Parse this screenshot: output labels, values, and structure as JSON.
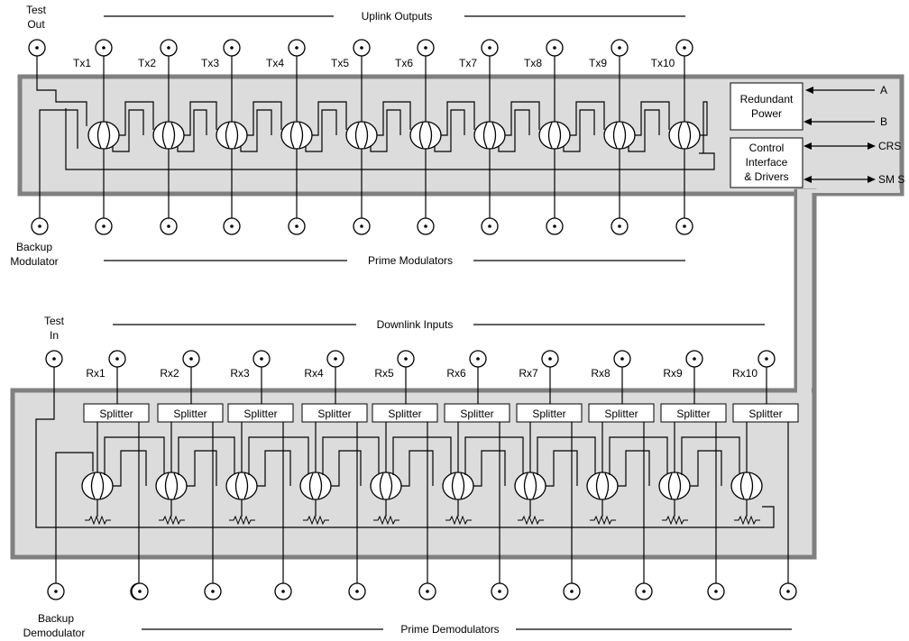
{
  "labels": {
    "test_out": [
      "Test",
      "Out"
    ],
    "uplink_outputs": "Uplink Outputs",
    "backup_modulator": [
      "Backup",
      "Modulator"
    ],
    "prime_modulators": "Prime Modulators",
    "test_in": [
      "Test",
      "In"
    ],
    "downlink_inputs": "Downlink Inputs",
    "backup_demodulator": [
      "Backup",
      "Demodulator"
    ],
    "prime_demodulators": "Prime Demodulators"
  },
  "tx_labels": [
    "Tx1",
    "Tx2",
    "Tx3",
    "Tx4",
    "Tx5",
    "Tx6",
    "Tx7",
    "Tx8",
    "Tx9",
    "Tx10"
  ],
  "rx_labels": [
    "Rx1",
    "Rx2",
    "Rx3",
    "Rx4",
    "Rx5",
    "Rx6",
    "Rx7",
    "Rx8",
    "Rx9",
    "Rx10"
  ],
  "splitter_label": "Splitter",
  "boxes": {
    "redundant_power": [
      "Redundant",
      "Power"
    ],
    "control_interface": [
      "Control",
      "Interface",
      "& Drivers"
    ]
  },
  "external": {
    "a": "A",
    "b": "B",
    "crs": "CRS",
    "sms": "SM S"
  }
}
